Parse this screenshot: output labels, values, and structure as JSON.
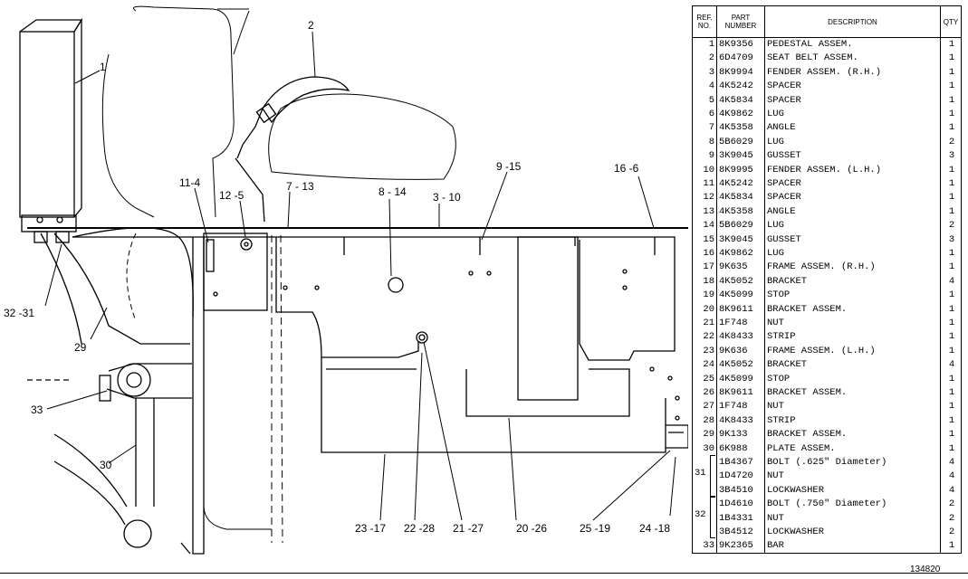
{
  "callouts": [
    {
      "id": "c1",
      "text": "1"
    },
    {
      "id": "c2",
      "text": "2"
    },
    {
      "id": "c3",
      "text": "11-4"
    },
    {
      "id": "c4",
      "text": "12 -5"
    },
    {
      "id": "c5",
      "text": "7 - 13"
    },
    {
      "id": "c6",
      "text": "8 - 14"
    },
    {
      "id": "c7",
      "text": "3 - 10"
    },
    {
      "id": "c8",
      "text": "9 -15"
    },
    {
      "id": "c9",
      "text": "16 -6"
    },
    {
      "id": "c10",
      "text": "32 -31"
    },
    {
      "id": "c11",
      "text": "29"
    },
    {
      "id": "c12",
      "text": "33"
    },
    {
      "id": "c13",
      "text": "30"
    },
    {
      "id": "c14",
      "text": "23 -17"
    },
    {
      "id": "c15",
      "text": "22 -28"
    },
    {
      "id": "c16",
      "text": "21 -27"
    },
    {
      "id": "c17",
      "text": "20 -26"
    },
    {
      "id": "c18",
      "text": "25 -19"
    },
    {
      "id": "c19",
      "text": "24 -18"
    }
  ],
  "table": {
    "headers": {
      "ref_no": "REF. NO.",
      "part_number": "PART NUMBER",
      "description": "DESCRIPTION",
      "qty": "QTY"
    },
    "rows": [
      {
        "ref": "1",
        "part": "8K9356",
        "desc": "PEDESTAL ASSEM.",
        "qty": "1"
      },
      {
        "ref": "2",
        "part": "6D4709",
        "desc": "SEAT BELT ASSEM.",
        "qty": "1"
      },
      {
        "ref": "3",
        "part": "8K9994",
        "desc": "FENDER ASSEM. (R.H.)",
        "qty": "1"
      },
      {
        "ref": "4",
        "part": "4K5242",
        "desc": "  SPACER",
        "qty": "1"
      },
      {
        "ref": "5",
        "part": "4K5834",
        "desc": "  SPACER",
        "qty": "1"
      },
      {
        "ref": "6",
        "part": "4K9862",
        "desc": "  LUG",
        "qty": "1"
      },
      {
        "ref": "7",
        "part": "4K5358",
        "desc": "  ANGLE",
        "qty": "1"
      },
      {
        "ref": "8",
        "part": "5B6029",
        "desc": "  LUG",
        "qty": "2"
      },
      {
        "ref": "9",
        "part": "3K9045",
        "desc": "  GUSSET",
        "qty": "3"
      },
      {
        "ref": "10",
        "part": "8K9995",
        "desc": "FENDER ASSEM. (L.H.)",
        "qty": "1"
      },
      {
        "ref": "11",
        "part": "4K5242",
        "desc": "  SPACER",
        "qty": "1"
      },
      {
        "ref": "12",
        "part": "4K5834",
        "desc": "  SPACER",
        "qty": "1"
      },
      {
        "ref": "13",
        "part": "4K5358",
        "desc": "  ANGLE",
        "qty": "1"
      },
      {
        "ref": "14",
        "part": "5B6029",
        "desc": "  LUG",
        "qty": "2"
      },
      {
        "ref": "15",
        "part": "3K9045",
        "desc": "  GUSSET",
        "qty": "3"
      },
      {
        "ref": "16",
        "part": "4K9862",
        "desc": "  LUG",
        "qty": "1"
      },
      {
        "ref": "17",
        "part": "9K635",
        "desc": "FRAME ASSEM. (R.H.)",
        "qty": "1"
      },
      {
        "ref": "18",
        "part": "4K5052",
        "desc": "  BRACKET",
        "qty": "4"
      },
      {
        "ref": "19",
        "part": "4K5099",
        "desc": "  STOP",
        "qty": "1"
      },
      {
        "ref": "20",
        "part": "8K9611",
        "desc": "  BRACKET ASSEM.",
        "qty": "1"
      },
      {
        "ref": "21",
        "part": "1F748",
        "desc": "  NUT",
        "qty": "1"
      },
      {
        "ref": "22",
        "part": "4K8433",
        "desc": "  STRIP",
        "qty": "1"
      },
      {
        "ref": "23",
        "part": "9K636",
        "desc": "FRAME ASSEM. (L.H.)",
        "qty": "1"
      },
      {
        "ref": "24",
        "part": "4K5052",
        "desc": "  BRACKET",
        "qty": "4"
      },
      {
        "ref": "25",
        "part": "4K5099",
        "desc": "  STOP",
        "qty": "1"
      },
      {
        "ref": "26",
        "part": "8K9611",
        "desc": "  BRACKET ASSEM.",
        "qty": "1"
      },
      {
        "ref": "27",
        "part": "1F748",
        "desc": "  NUT",
        "qty": "1"
      },
      {
        "ref": "28",
        "part": "4K8433",
        "desc": "  STRIP",
        "qty": "1"
      },
      {
        "ref": "29",
        "part": "9K133",
        "desc": "BRACKET ASSEM.",
        "qty": "1"
      },
      {
        "ref": "30",
        "part": "6K988",
        "desc": "  PLATE ASSEM.",
        "qty": "1"
      },
      {
        "ref": "",
        "part": "1B4367",
        "desc": "BOLT (.625\" Diameter)",
        "qty": "4"
      },
      {
        "ref": "",
        "part": "1D4720",
        "desc": "NUT",
        "qty": "4"
      },
      {
        "ref": "",
        "part": "3B4510",
        "desc": "LOCKWASHER",
        "qty": "4"
      },
      {
        "ref": "",
        "part": "1D4610",
        "desc": "BOLT (.750\" Diameter)",
        "qty": "2"
      },
      {
        "ref": "",
        "part": "1B4331",
        "desc": "NUT",
        "qty": "2"
      },
      {
        "ref": "",
        "part": "3B4512",
        "desc": "LOCKWASHER",
        "qty": "2"
      },
      {
        "ref": "33",
        "part": "9K2365",
        "desc": "BAR",
        "qty": "1"
      }
    ],
    "group_refs": [
      {
        "ref": "31"
      },
      {
        "ref": "32"
      }
    ]
  },
  "drawing_number": "134820"
}
